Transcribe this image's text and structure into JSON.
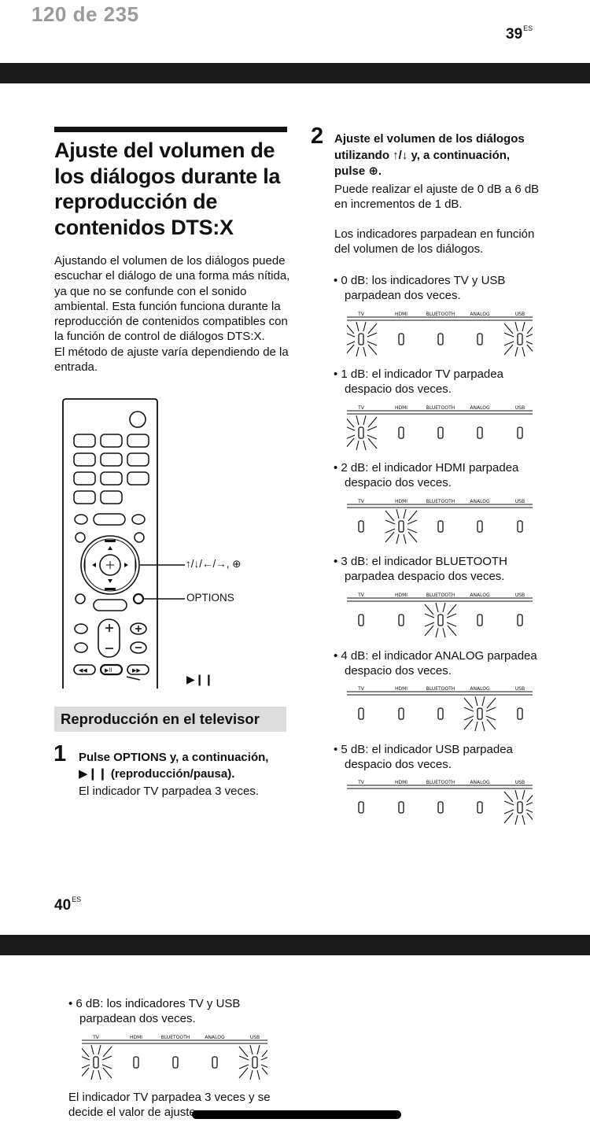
{
  "viewer": {
    "page_counter": "120 de 235"
  },
  "page_top": {
    "number": "39",
    "lang": "ES"
  },
  "page_bottom": {
    "number": "40",
    "lang": "ES"
  },
  "section": {
    "title_lines": [
      "Ajuste del volumen de",
      "los diálogos durante la",
      "reproducción de",
      "contenidos DTS:X"
    ],
    "intro": "Ajustando el volumen de los diálogos puede escuchar el diálogo de una forma más nítida, ya que no se confunde con el sonido ambiental. Esta función funciona durante la reproducción de contenidos compatibles con la función de control de diálogos DTS:X.",
    "intro2": "El método de ajuste varía dependiendo de la entrada."
  },
  "remote": {
    "callout_arrows": "↑/↓/←/→, ⊕",
    "callout_options": "OPTIONS",
    "callout_play": "▶❙❙"
  },
  "subsection": {
    "title": "Reproducción en el televisor"
  },
  "step1": {
    "number": "1",
    "heading_line1": "Pulse OPTIONS y, a continuación,",
    "heading_line2": "▶❙❙ (reproducción/pausa).",
    "body": "El indicador TV parpadea 3 veces."
  },
  "step2": {
    "number": "2",
    "heading_line1": "Ajuste el volumen de los diálogos",
    "heading_line2": "utilizando ↑/↓ y, a continuación,",
    "heading_line3": "pulse ⊕.",
    "body": "Puede realizar el ajuste de 0 dB a 6 dB en incrementos de 1 dB.",
    "lead": "Los indicadores parpadean en función del volumen de los diálogos."
  },
  "indicator_labels": [
    "TV",
    "HDMI",
    "BLUETOOTH",
    "ANALOG",
    "USB"
  ],
  "levels": [
    {
      "text": "• 0 dB: los indicadores TV y USB parpadean dos veces.",
      "blink": [
        0,
        4
      ]
    },
    {
      "text": "• 1 dB: el indicador TV parpadea despacio dos veces.",
      "blink": [
        0
      ]
    },
    {
      "text": "• 2 dB: el indicador HDMI parpadea despacio dos veces.",
      "blink": [
        1
      ]
    },
    {
      "text": "• 3 dB: el indicador BLUETOOTH parpadea despacio dos veces.",
      "blink": [
        2
      ]
    },
    {
      "text": "• 4 dB: el indicador ANALOG parpadea despacio dos veces.",
      "blink": [
        3
      ]
    },
    {
      "text": "• 5 dB: el indicador USB parpadea despacio dos veces.",
      "blink": [
        4
      ]
    },
    {
      "text": "• 6 dB: los indicadores TV y USB parpadean dos veces.",
      "blink": [
        0,
        4
      ]
    }
  ],
  "footer_text": "El indicador TV parpadea 3 veces y se decide el valor de ajuste."
}
